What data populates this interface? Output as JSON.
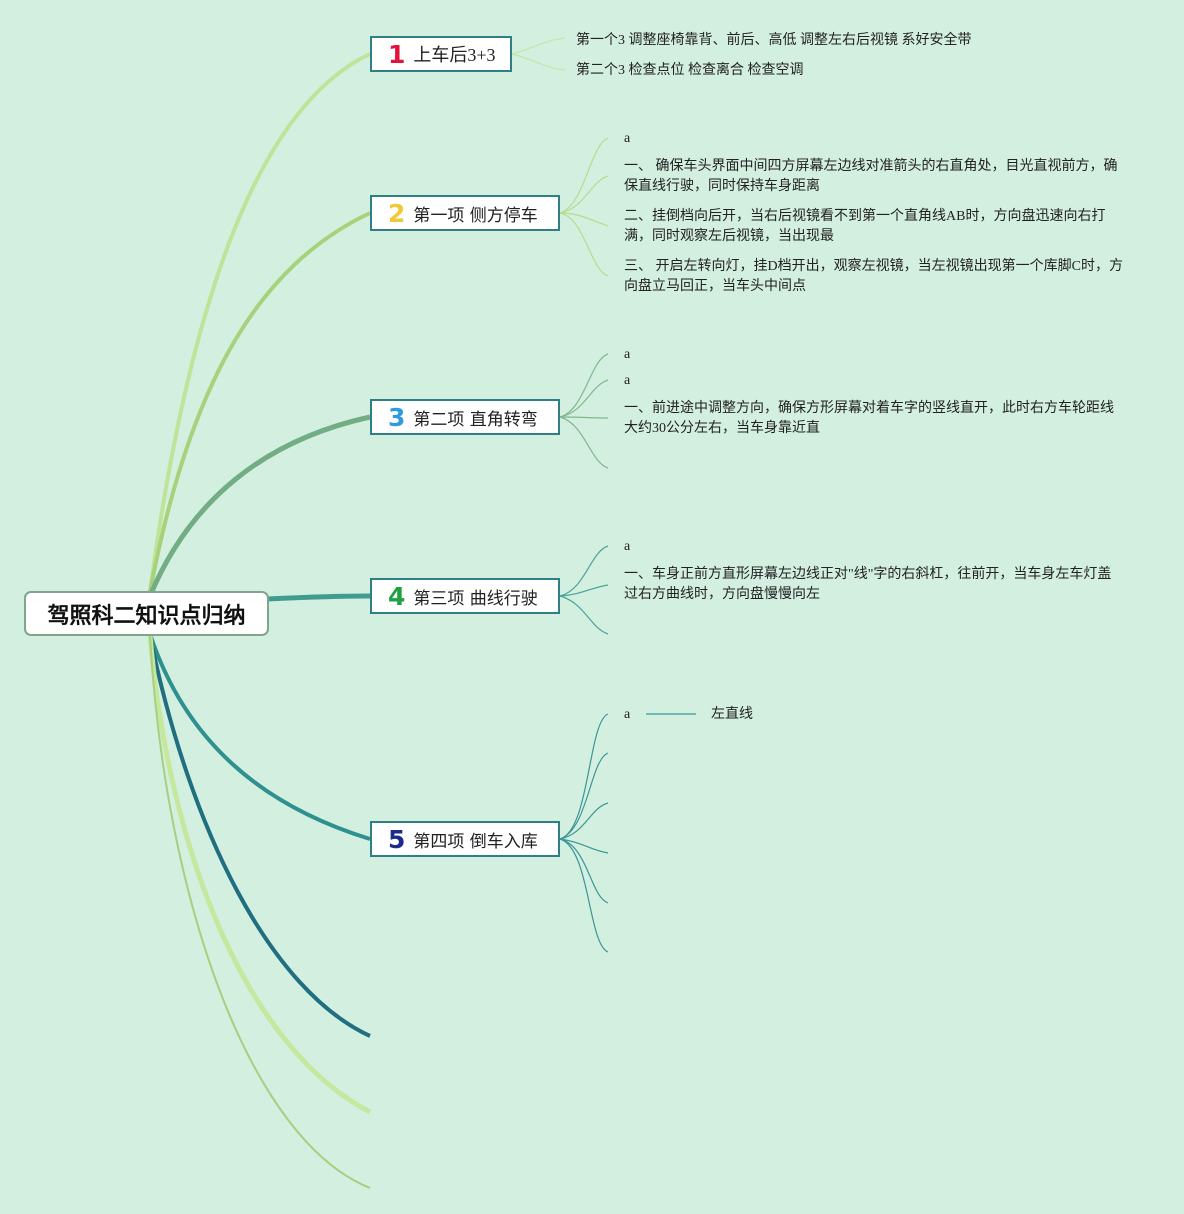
{
  "root": {
    "label": "驾照科二知识点归纳"
  },
  "topics": [
    {
      "number": "1",
      "number_color": "#e0143c",
      "label": "上车后3+3",
      "leaves": [
        "第一个3 调整座椅靠背、前后、高低 调整左右后视镜 系好安全带",
        "第二个3 检查点位 检查离合 检查空调"
      ]
    },
    {
      "number": "2",
      "number_color": "#f2c83a",
      "label": "第一项 侧方停车",
      "leaves": [
        "a",
        "一、 确保车头界面中间四方屏幕左边线对准箭头的右直角处，目光直视前方，确保直线行驶，同时保持车身距离",
        "二、挂倒档向后开，当右后视镜看不到第一个直角线AB时，方向盘迅速向右打满，同时观察左后视镜，当出现最",
        "三、 开启左转向灯，挂D档开出，观察左视镜，当左视镜出现第一个库脚C时，方向盘立马回正，当车头中间点"
      ]
    },
    {
      "number": "3",
      "number_color": "#2e9be0",
      "label": "第二项 直角转弯",
      "leaves": [
        "a",
        "a",
        "一、前进途中调整方向，确保方形屏幕对着车字的竖线直开，此时右方车轮距线大约30公分左右，当车身靠近直"
      ]
    },
    {
      "number": "4",
      "number_color": "#1fa043",
      "label": "第三项 曲线行驶",
      "leaves": [
        "a",
        "一、车身正前方直形屏幕左边线正对\"线\"字的右斜杠，往前开，当车身左车灯盖过右方曲线时，方向盘慢慢向左"
      ]
    },
    {
      "number": "5",
      "number_color": "#1b2a8c",
      "label": "第四项 倒车入库",
      "leaves": [
        "a",
        "左直线"
      ]
    }
  ]
}
